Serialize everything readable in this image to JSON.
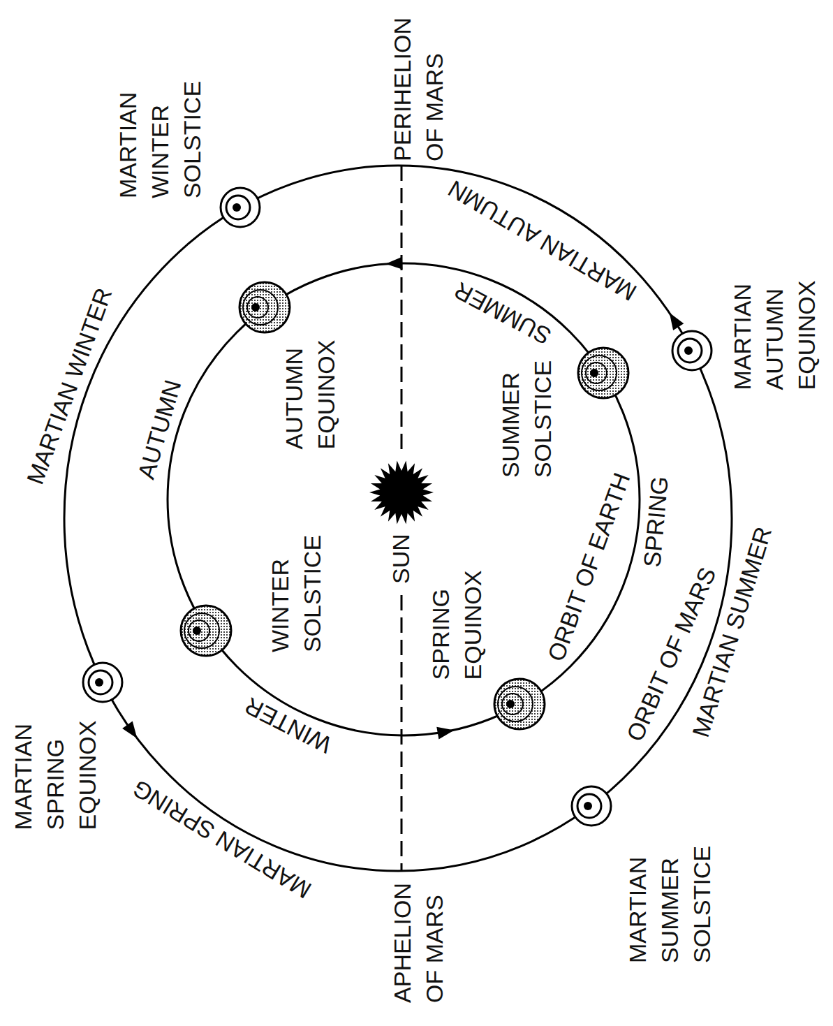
{
  "diagram": {
    "labels": [
      "PERIHELION OF MARS",
      "MARTIAN WINTER SOLSTICE",
      "MARTIAN AUTUMN",
      "MARTIAN WINTER",
      "SUMMER",
      "AUTUMN EQUINOX",
      "MARTIAN AUTUMN EQUINOX",
      "SUMMER SOLSTICE",
      "AUTUMN",
      "SUN",
      "SPRING",
      "ORBIT OF EARTH",
      "WINTER SOLSTICE",
      "SPRING EQUINOX",
      "ORBIT OF MARS",
      "MARTIAN SUMMER",
      "MARTIAN SPRING EQUINOX",
      "WINTER",
      "MARTIAN SPRING",
      "MARTIAN SUMMER SOLSTICE",
      "APHELION OF MARS"
    ]
  }
}
